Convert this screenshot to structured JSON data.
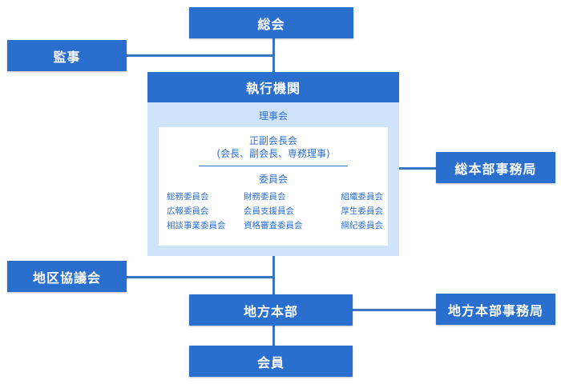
{
  "nodes": {
    "soukai": "総会",
    "kansa": "監事",
    "shikkou_kikan": "執行機関",
    "rijikai": "理事会",
    "seifuku": "正副会長会",
    "seifuku_detail": "(会長、副会長、専務理事)",
    "iinkai": "委員会",
    "honbu_jimukyoku": "総本部事務局",
    "chiku_kyougikai": "地区協議会",
    "chihou_honbu": "地方本部",
    "chihou_jimukyoku": "地方本部事務局",
    "kaiin": "会員"
  },
  "committees": [
    "総務委員会",
    "財務委員会",
    "組織委員会",
    "広報委員会",
    "会員支援員会",
    "厚生委員会",
    "相談事業委員会",
    "資格審査委員会",
    "綱紀委員会"
  ],
  "colors": {
    "box": "#2b6fce",
    "panel": "#cfe3fb",
    "line": "#3a72c4"
  }
}
